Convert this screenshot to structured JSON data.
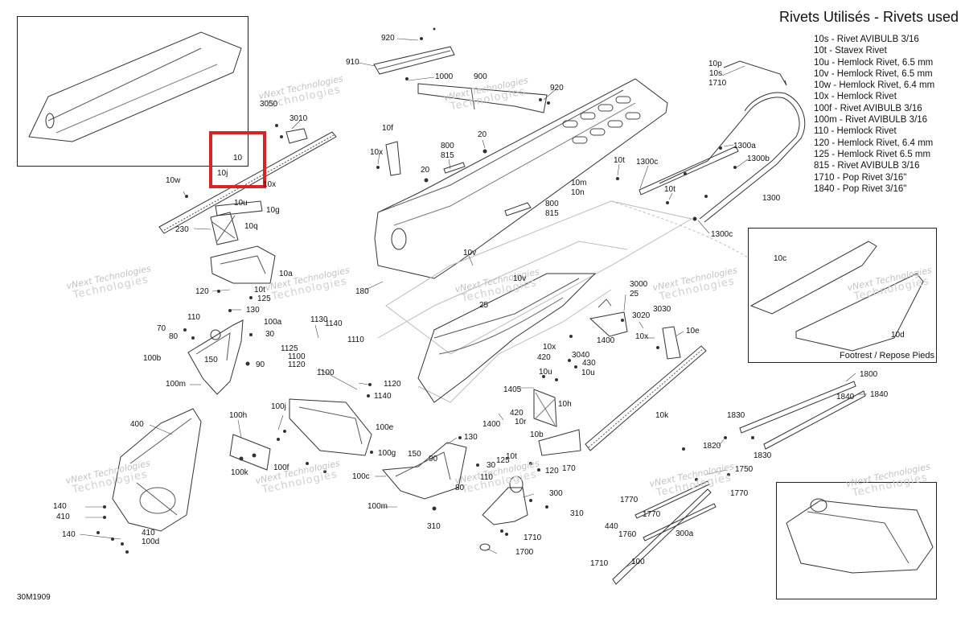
{
  "legend": {
    "title": "Rivets Utilisés - Rivets used",
    "items": [
      "10s - Rivet AVIBULB 3/16",
      "10t - Stavex Rivet",
      "10u - Hemlock Rivet, 6.5 mm",
      "10v - Hemlock Rivet, 6.5 mm",
      "10w - Hemlock Rivet, 6.4 mm",
      "10x - Hemlock Rivet",
      "100f - Rivet AVIBULB 3/16",
      "100m - Rivet AVIBULB 3/16",
      "110 - Hemlock Rivet",
      "120 - Hemlock Rivet, 6.4 mm",
      "125 - Hemlock Rivet 6.5 mm",
      "815 - Rivet AVIBULB 3/16",
      "1710 - Pop Rivet 3/16\"",
      "1840 - Pop Rivet 3/16\""
    ]
  },
  "highlight": {
    "labels": [
      "10",
      "10j"
    ],
    "color": "#d8232a"
  },
  "footrest_caption": "Footrest / Repose Pieds",
  "doc_code": "30M1909",
  "watermark": {
    "line1": "vNext Technologies",
    "line2": "Technologies"
  },
  "callouts": [
    "920",
    "910",
    "1000",
    "900",
    "920",
    "10p",
    "10s",
    "1710",
    "3050",
    "3010",
    "10f",
    "20",
    "800",
    "815",
    "10x",
    "20",
    "10t",
    "1300c",
    "1300a",
    "1300b",
    "10m",
    "10n",
    "10t",
    "1300",
    "800",
    "815",
    "1300c",
    "10w",
    "10x",
    "10u",
    "10g",
    "10q",
    "230",
    "10a",
    "10c",
    "10v",
    "10v",
    "180",
    "120",
    "10t",
    "125",
    "130",
    "3000",
    "25",
    "110",
    "100a",
    "70",
    "80",
    "30",
    "25",
    "3020",
    "3030",
    "10x",
    "10e",
    "10d",
    "1130",
    "1140",
    "1125",
    "1110",
    "1100",
    "1120",
    "1100",
    "10x",
    "420",
    "3040",
    "1400",
    "10u",
    "430",
    "10u",
    "100b",
    "150",
    "90",
    "100m",
    "1120",
    "1140",
    "1405",
    "1400",
    "1800",
    "1840",
    "1840",
    "100h",
    "100j",
    "100e",
    "420",
    "10r",
    "10h",
    "10k",
    "10b",
    "1830",
    "400",
    "130",
    "1820",
    "1830",
    "150",
    "90",
    "100g",
    "30",
    "10t",
    "125",
    "120",
    "170",
    "100k",
    "100f",
    "1750",
    "100c",
    "110",
    "80",
    "300",
    "1770",
    "140",
    "410",
    "100m",
    "310",
    "1770",
    "1770",
    "1760",
    "440",
    "140",
    "410",
    "100d",
    "310",
    "1710",
    "300a",
    "1700",
    "1710",
    "100"
  ]
}
